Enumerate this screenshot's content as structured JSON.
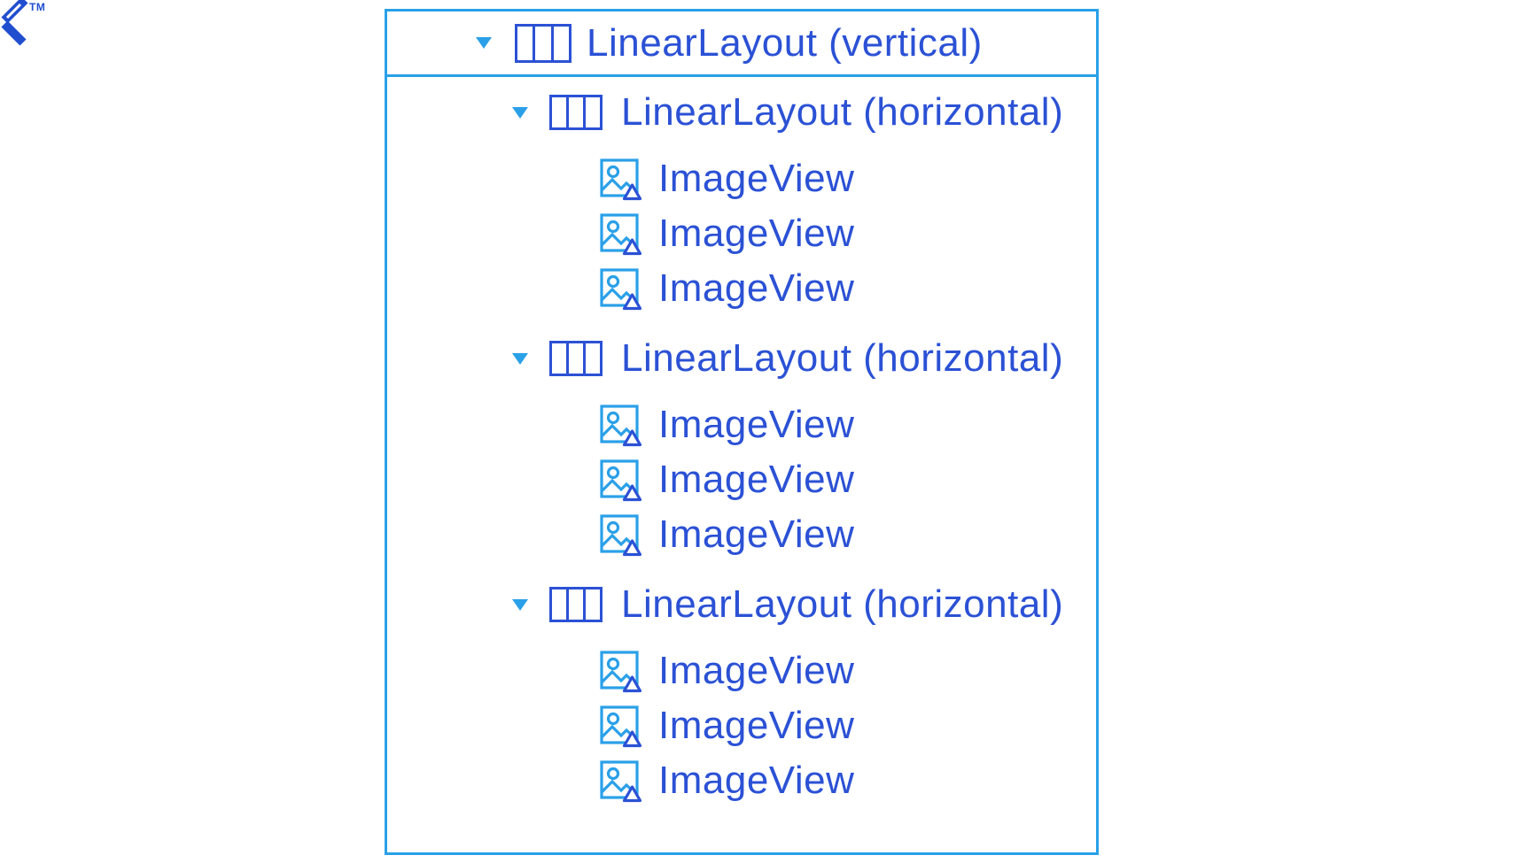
{
  "brand": {
    "trademark_label": "TM"
  },
  "colors": {
    "accent_light": "#2aa0e8",
    "accent_dark": "#2b51d5",
    "logo_blue": "#204ecf"
  },
  "tree": {
    "root_label": "LinearLayout (vertical)",
    "groups": [
      {
        "label": "LinearLayout (horizontal)",
        "children": [
          "ImageView",
          "ImageView",
          "ImageView"
        ]
      },
      {
        "label": "LinearLayout (horizontal)",
        "children": [
          "ImageView",
          "ImageView",
          "ImageView"
        ]
      },
      {
        "label": "LinearLayout (horizontal)",
        "children": [
          "ImageView",
          "ImageView",
          "ImageView"
        ]
      }
    ]
  }
}
